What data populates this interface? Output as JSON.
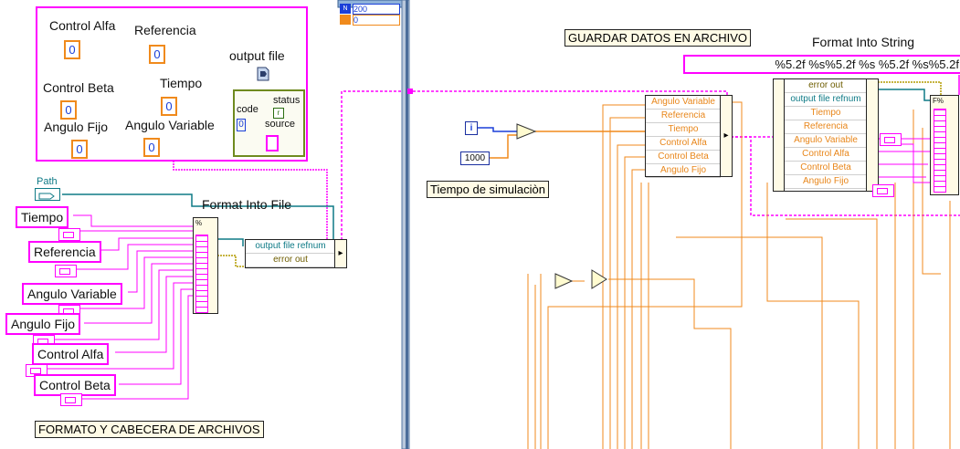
{
  "front_panel": {
    "control_alfa": {
      "label": "Control Alfa",
      "value": "0"
    },
    "referencia": {
      "label": "Referencia",
      "value": "0"
    },
    "output_file": {
      "label": "output file"
    },
    "control_beta": {
      "label": "Control Beta",
      "value": "0"
    },
    "tiempo": {
      "label": "Tiempo",
      "value": "0"
    },
    "angulo_fijo": {
      "label": "Angulo Fijo",
      "value": "0"
    },
    "angulo_variable": {
      "label": "Angulo Variable",
      "value": "0"
    },
    "error_cluster": {
      "status_label": "status",
      "code_label": "code",
      "code_value": "0",
      "source_label": "source"
    }
  },
  "loop_terminal": {
    "value": "200",
    "inner_value": "0"
  },
  "left_block": {
    "path_label": "Path",
    "format_into_file_label": "Format Into File",
    "inputs": [
      "Tiempo",
      "Referencia",
      "Angulo Variable",
      "Angulo Fijo",
      "Control Alfa",
      "Control Beta"
    ],
    "outputs": [
      "output file refnum",
      "error out"
    ],
    "caption": "FORMATO Y CABECERA DE ARCHIVOS"
  },
  "right_block": {
    "caption": "GUARDAR DATOS EN ARCHIVO",
    "format_into_string_label": "Format Into String",
    "format_string": "%5.2f %s%5.2f %s %5.2f %s%5.2f",
    "iteration_terminal": "i",
    "constant_1000": "1000",
    "sim_time_label": "Tiempo de simulaciòn",
    "cluster_left": [
      "Angulo Variable",
      "Referencia",
      "Tiempo",
      "Control Alfa",
      "Control Beta",
      "Angulo Fijo"
    ],
    "cluster_right": [
      "error out",
      "output file refnum",
      "Tiempo",
      "Referencia",
      "Angulo Variable",
      "Control Alfa",
      "Control Beta",
      "Angulo Fijo"
    ]
  },
  "colors": {
    "string_wire": "#ff00ff",
    "numeric_wire": "#f08a1c",
    "refnum_wire": "#0e7a86",
    "error_wire": "#b49b00",
    "int_wire": "#1a3fd8"
  }
}
